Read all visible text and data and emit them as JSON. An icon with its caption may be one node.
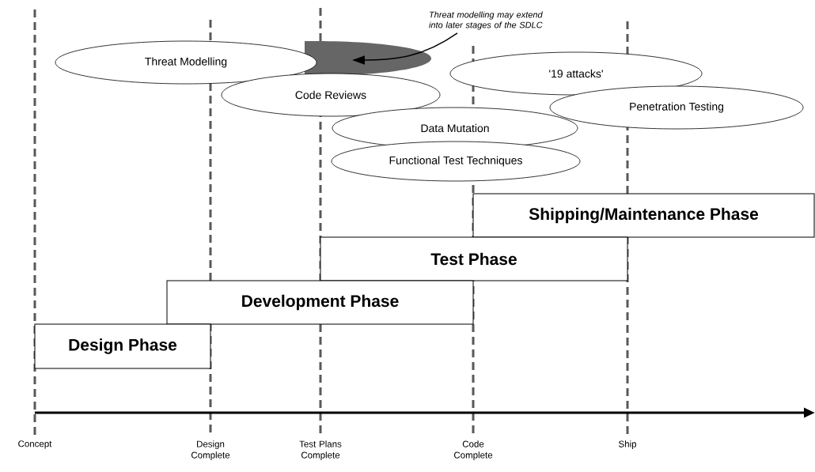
{
  "diagram": {
    "nodes": [
      {
        "text": [
          "Threat modelling may extend into later stages of the SDLC"
        ]
      },
      {
        "text": [],
        "shape": "ellipse"
      },
      {
        "text": [
          "Threat Modelling"
        ]
      },
      {
        "text": [
          "Code Reviews"
        ]
      },
      {
        "text": [
          "'19 attacks'"
        ]
      },
      {
        "text": [
          "Penetration Testing"
        ]
      },
      {
        "text": [
          "Data Mutation"
        ]
      },
      {
        "text": [
          "Functional Test Techniques"
        ]
      },
      {
        "text": [
          "Shipping/Maintenance Phase"
        ]
      },
      {
        "text": [
          "Test Phase"
        ]
      },
      {
        "text": [
          "Development Phase"
        ]
      },
      {
        "text": [
          "Design Phase"
        ]
      }
    ],
    "edges": [
      {
        "from": 0,
        "to": 1,
        "arrow": "to"
      }
    ],
    "labels": [
      "Concept",
      "Design Complete",
      "Test Plans Complete",
      "Code Complete",
      "Ship"
    ]
  }
}
